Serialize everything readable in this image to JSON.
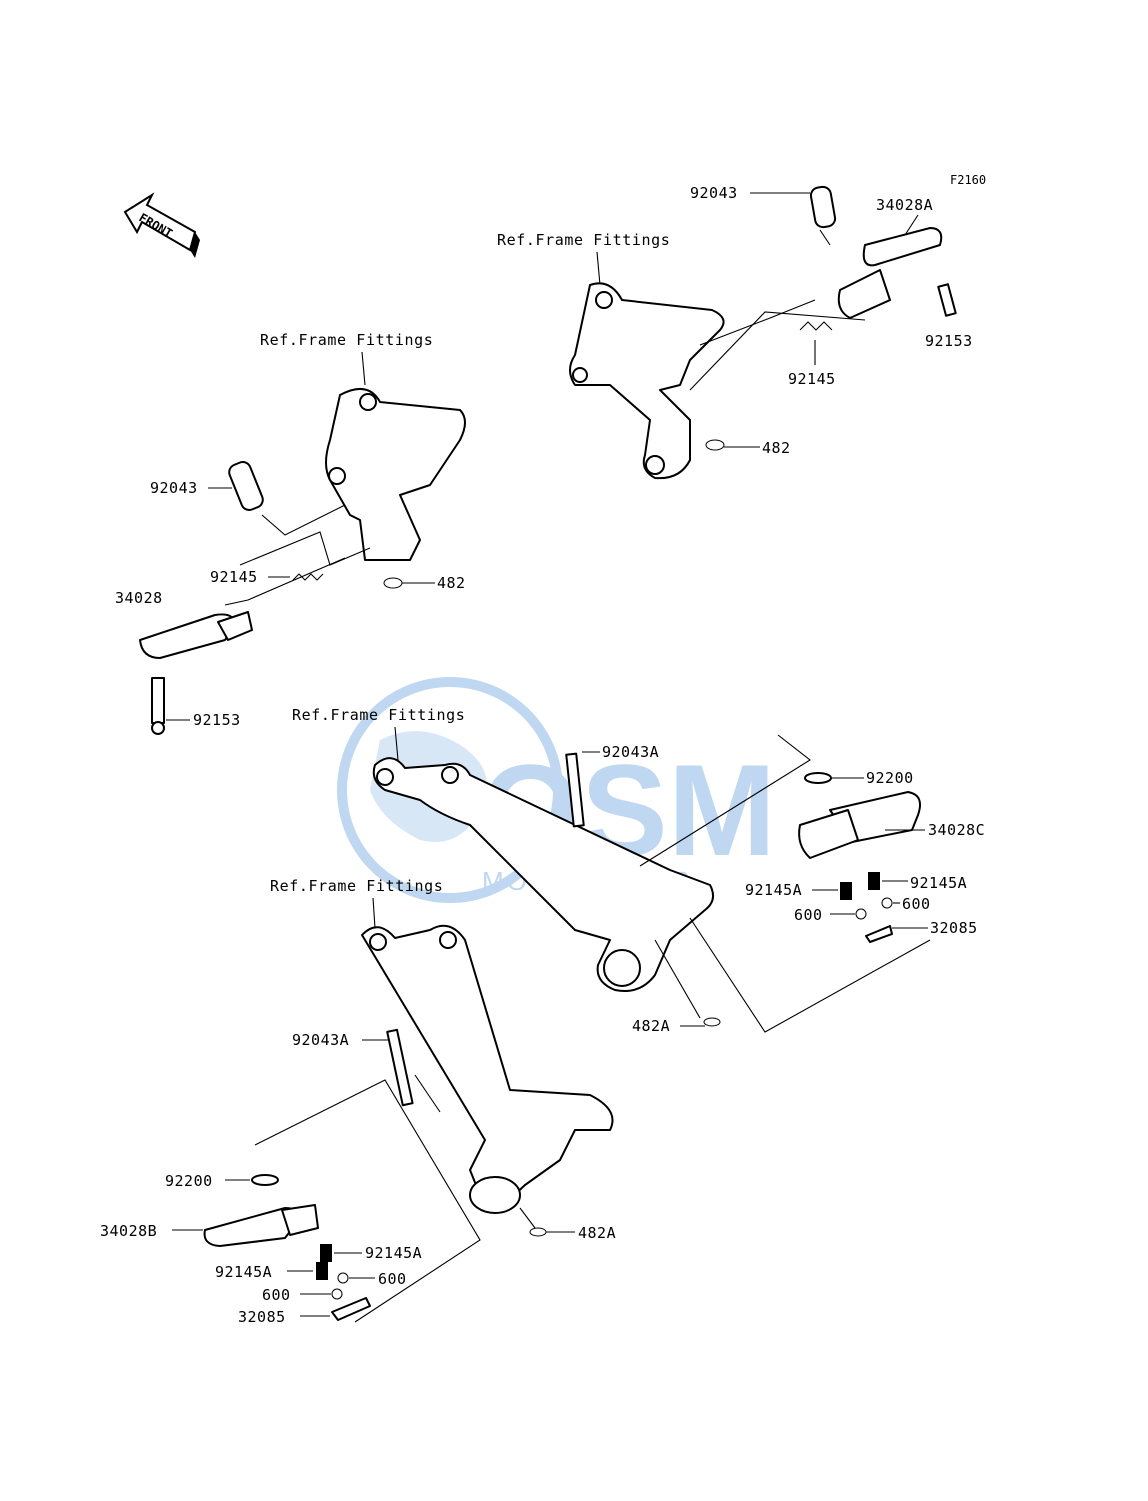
{
  "diagram_code": "F2160",
  "front_indicator": {
    "label": "FRONT",
    "icon": "front-direction-arrow-icon"
  },
  "watermark": {
    "brand": "OSM",
    "sub": "MOTORPARTS",
    "color": "#4a90d9"
  },
  "ref_labels": {
    "top_right": "Ref.Frame Fittings",
    "left": "Ref.Frame Fittings",
    "center_upper": "Ref.Frame Fittings",
    "center_lower": "Ref.Frame Fittings"
  },
  "parts": {
    "tr_92043": "92043",
    "tr_34028A": "34028A",
    "tr_92153": "92153",
    "tr_92145": "92145",
    "tr_482": "482",
    "l_92043": "92043",
    "l_92145": "92145",
    "l_482": "482",
    "l_34028": "34028",
    "l_92153": "92153",
    "cu_92043A": "92043A",
    "cu_92200": "92200",
    "cu_34028C": "34028C",
    "cu_92145A_r": "92145A",
    "cu_92145A_l": "92145A",
    "cu_600_r": "600",
    "cu_600_l": "600",
    "cu_32085": "32085",
    "cu_482A": "482A",
    "cl_92043A": "92043A",
    "cl_92200": "92200",
    "cl_34028B": "34028B",
    "cl_92145A_r": "92145A",
    "cl_92145A_l": "92145A",
    "cl_600_r": "600",
    "cl_600_l": "600",
    "cl_32085": "32085",
    "cl_482A": "482A"
  }
}
